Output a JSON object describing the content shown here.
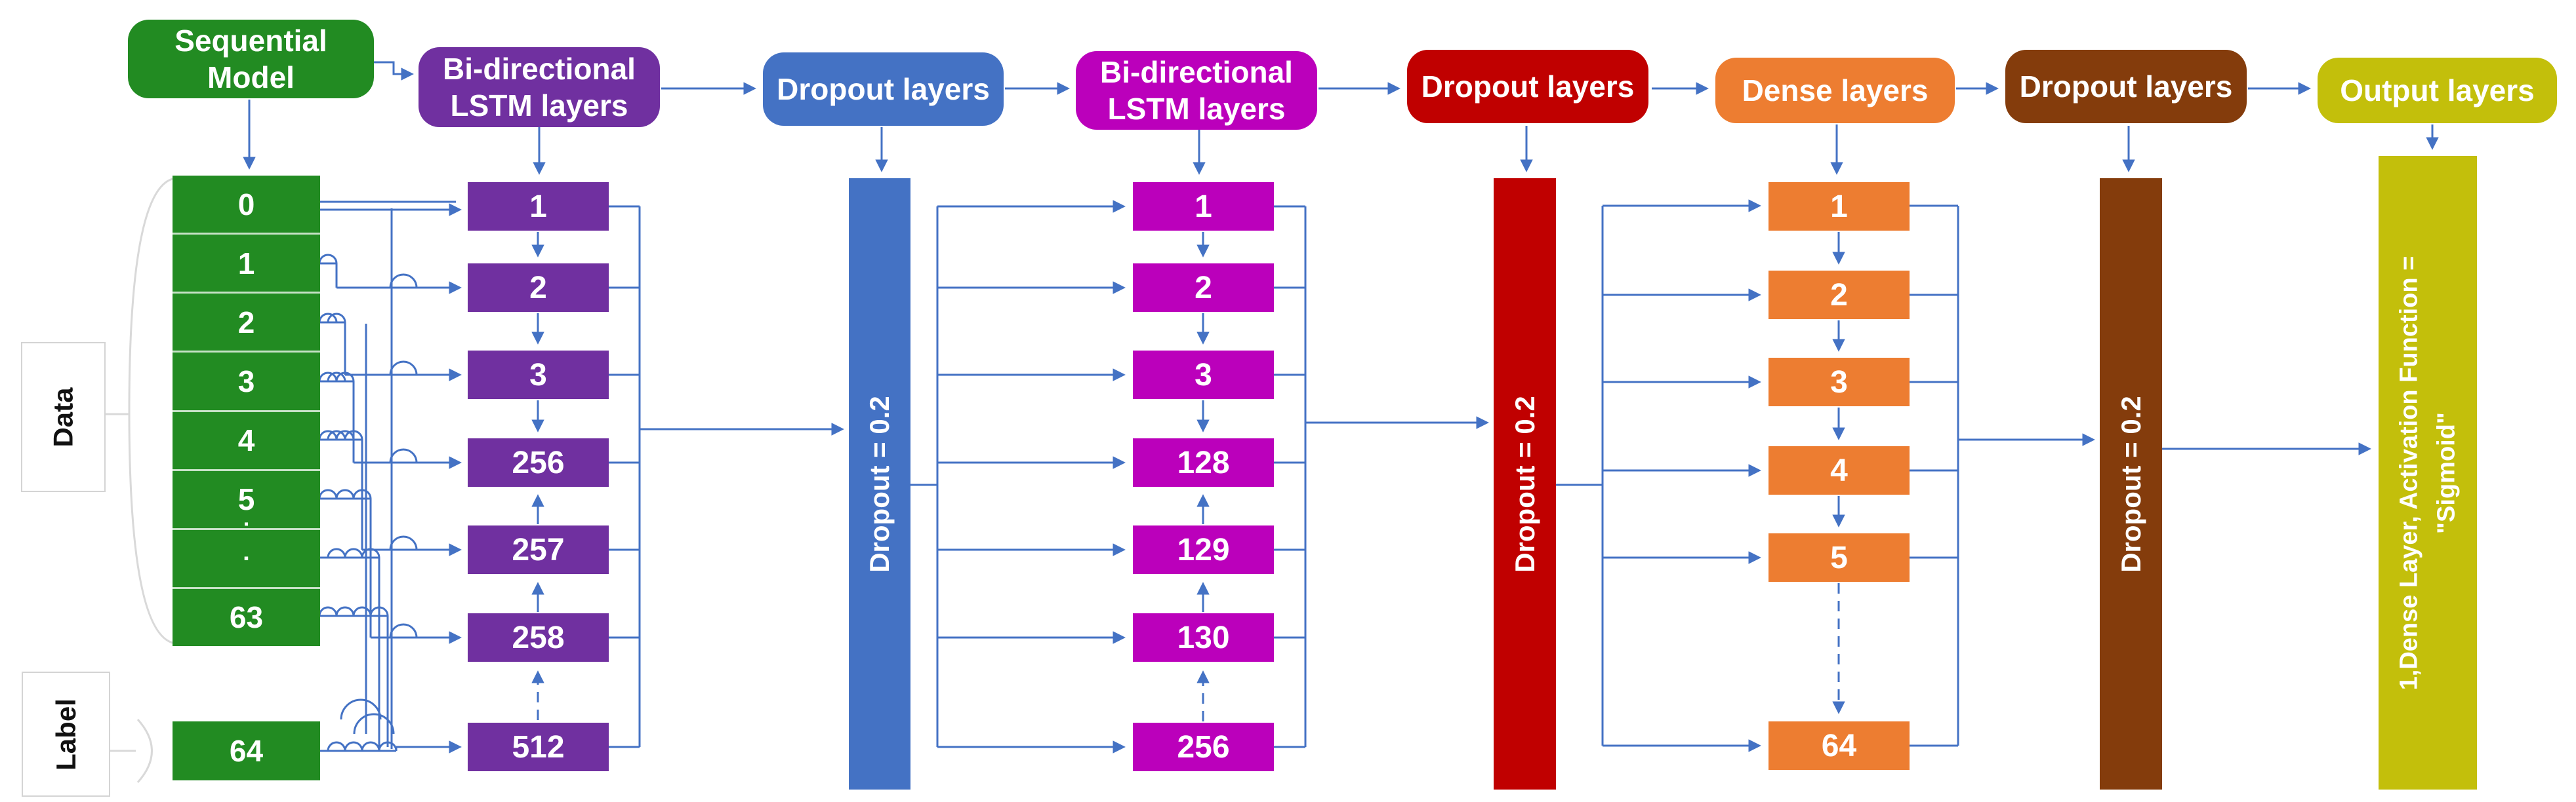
{
  "headers": {
    "sequential": "Sequential Model",
    "lstm1": "Bi-directional LSTM layers",
    "dropout1": "Dropout layers",
    "lstm2": "Bi-directional LSTM layers",
    "dropout2": "Dropout layers",
    "dense": "Dense layers",
    "dropout3": "Dropout layers",
    "output": "Output layers"
  },
  "input_column": {
    "cells": [
      "0",
      "1",
      "2",
      "3",
      "4",
      "5",
      "▪",
      "63"
    ],
    "ellipsis_dot": "▪",
    "label_cell": "64"
  },
  "lstm1_column": {
    "cells": [
      "1",
      "2",
      "3",
      "256",
      "257",
      "258",
      "512"
    ]
  },
  "lstm2_column": {
    "cells": [
      "1",
      "2",
      "3",
      "128",
      "129",
      "130",
      "256"
    ]
  },
  "dense_column": {
    "cells": [
      "1",
      "2",
      "3",
      "4",
      "5",
      "64"
    ]
  },
  "bars": {
    "dropout1": "Dropout = 0.2",
    "dropout2": "Dropout = 0.2",
    "dropout3": "Dropout = 0.2",
    "output_line1": "1,Dense Layer, Activation Function =",
    "output_line2": "\"Sigmoid\""
  },
  "side_labels": {
    "data": "Data",
    "label": "Label"
  },
  "colors": {
    "green": "#228B22",
    "purple": "#7030A0",
    "blue": "#4472C4",
    "magenta": "#BB00BB",
    "red": "#C00000",
    "orange": "#ED7D31",
    "brown": "#843C0C",
    "yellow": "#C3BF0B",
    "connector": "#4472C4",
    "brace": "#D9D9D9"
  }
}
